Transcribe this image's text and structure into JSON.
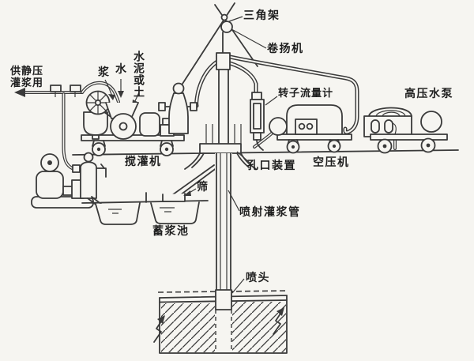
{
  "diagram": {
    "labels": {
      "tripod": "三角架",
      "winch": "卷扬机",
      "static_grouting_line1": "供静压",
      "static_grouting_line2": "灌浆用",
      "slurry": "浆",
      "water": "水",
      "cement_or_soil": "水泥或土",
      "rotor_flowmeter": "转子流量计",
      "high_pressure_pump": "高压水泵",
      "mixer": "搅灌机",
      "orifice_device": "孔口装置",
      "air_compressor": "空压机",
      "sieve": "筛",
      "jet_grouting_pipe": "喷射灌浆管",
      "slurry_pool": "蓄浆池",
      "nozzle": "喷头"
    },
    "colors": {
      "line": "#3a3a3a",
      "text": "#1f1f1f",
      "background": "#f6f5f1"
    }
  }
}
